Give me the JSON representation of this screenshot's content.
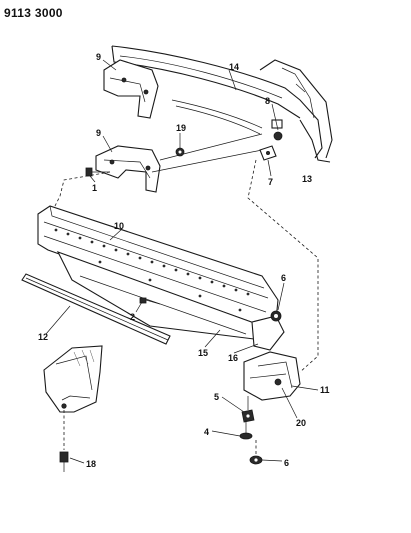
{
  "header": {
    "page_code": "9113 3000"
  },
  "callouts": {
    "c1": "1",
    "c2": "2",
    "c4": "4",
    "c5": "5",
    "c6a": "6",
    "c6b": "6",
    "c7": "7",
    "c8": "8",
    "c9a": "9",
    "c9b": "9",
    "c10": "10",
    "c11": "11",
    "c12": "12",
    "c13": "13",
    "c14": "14",
    "c15": "15",
    "c16": "16",
    "c18": "18",
    "c19": "19",
    "c20": "20"
  }
}
